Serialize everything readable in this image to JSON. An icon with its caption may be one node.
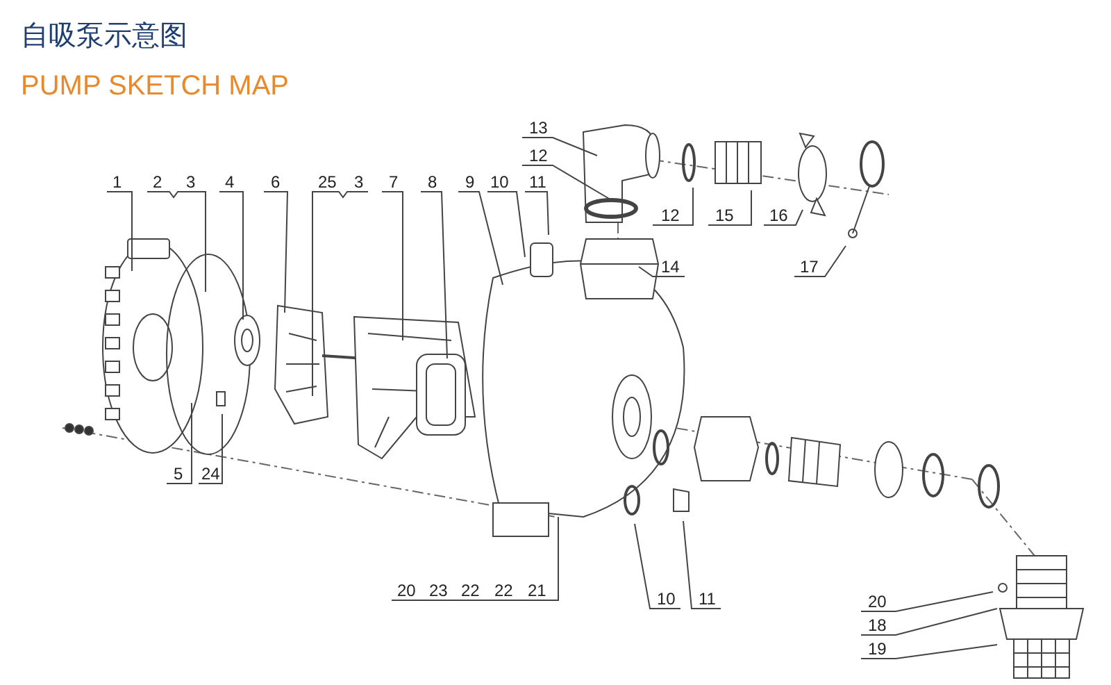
{
  "diagram": {
    "title": "自吸泵示意图",
    "nodes": [
      {
        "text": [
          "13"
        ]
      },
      {
        "text": [
          "12"
        ]
      },
      {
        "text": [
          "1"
        ]
      },
      {
        "text": [
          "2"
        ]
      },
      {
        "text": [
          "3"
        ]
      },
      {
        "text": [
          "4"
        ]
      },
      {
        "text": [
          "6"
        ]
      },
      {
        "text": [
          "25"
        ]
      },
      {
        "text": [
          "3"
        ]
      },
      {
        "text": [
          "7"
        ]
      },
      {
        "text": [
          "8"
        ]
      },
      {
        "text": [
          "9"
        ]
      },
      {
        "text": [
          "10"
        ]
      },
      {
        "text": [
          "11"
        ]
      },
      {
        "text": [
          "12"
        ]
      },
      {
        "text": [
          "15"
        ]
      },
      {
        "text": [
          "16"
        ]
      },
      {
        "text": [
          "14"
        ]
      },
      {
        "text": [
          "17"
        ]
      },
      {
        "text": [
          "5"
        ]
      },
      {
        "text": [
          "24"
        ]
      },
      {
        "text": [
          "10"
        ]
      },
      {
        "text": [
          "11"
        ]
      },
      {
        "text": [
          "20"
        ]
      },
      {
        "text": [
          "23"
        ]
      },
      {
        "text": [
          "22"
        ]
      },
      {
        "text": [
          "22"
        ]
      },
      {
        "text": [
          "21"
        ]
      },
      {
        "text": [
          "20"
        ]
      },
      {
        "text": [
          "18"
        ]
      },
      {
        "text": [
          "19"
        ]
      }
    ],
    "edges": [
      {
        "from": 0,
        "to": null,
        "arrow": "none"
      },
      {
        "from": 1,
        "to": null,
        "arrow": "none"
      },
      {
        "from": 2,
        "to": null,
        "arrow": "none"
      },
      {
        "from": 3,
        "to": null,
        "arrow": "none"
      },
      {
        "from": 4,
        "to": null,
        "arrow": "none"
      },
      {
        "from": 5,
        "to": null,
        "arrow": "none"
      },
      {
        "from": 6,
        "to": null,
        "arrow": "none"
      },
      {
        "from": 7,
        "to": null,
        "arrow": "none"
      },
      {
        "from": 8,
        "to": null,
        "arrow": "none"
      },
      {
        "from": 9,
        "to": null,
        "arrow": "none"
      },
      {
        "from": 10,
        "to": null,
        "arrow": "none"
      },
      {
        "from": 11,
        "to": null,
        "arrow": "none"
      },
      {
        "from": 12,
        "to": null,
        "arrow": "none"
      },
      {
        "from": 13,
        "to": null,
        "arrow": "none"
      },
      {
        "from": 14,
        "to": null,
        "arrow": "none"
      },
      {
        "from": 15,
        "to": null,
        "arrow": "none"
      },
      {
        "from": 16,
        "to": null,
        "arrow": "none"
      },
      {
        "from": 17,
        "to": null,
        "arrow": "none"
      },
      {
        "from": 18,
        "to": null,
        "arrow": "none"
      },
      {
        "from": 19,
        "to": null,
        "arrow": "none"
      },
      {
        "from": 20,
        "to": null,
        "arrow": "none"
      },
      {
        "from": 21,
        "to": null,
        "arrow": "none"
      },
      {
        "from": 22,
        "to": null,
        "arrow": "none"
      },
      {
        "from": 23,
        "to": null,
        "arrow": "none"
      },
      {
        "from": 24,
        "to": null,
        "arrow": "none"
      },
      {
        "from": 25,
        "to": null,
        "arrow": "none"
      },
      {
        "from": 26,
        "to": null,
        "arrow": "none"
      },
      {
        "from": 27,
        "to": null,
        "arrow": "none"
      },
      {
        "from": 28,
        "to": null,
        "arrow": "none"
      },
      {
        "from": 29,
        "to": null,
        "arrow": "none"
      },
      {
        "from": 30,
        "to": null,
        "arrow": "none"
      }
    ],
    "labels": [
      "PUMP SKETCH MAP"
    ]
  }
}
